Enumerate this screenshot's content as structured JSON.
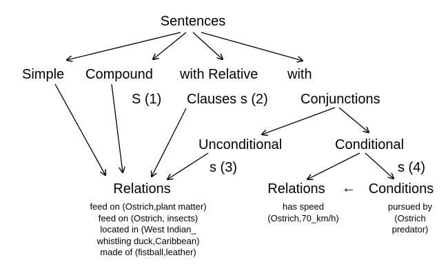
{
  "nodes": {
    "sentences": "Sentences",
    "simple": "Simple",
    "compound": "Compound",
    "with_relative": "with Relative",
    "with_conj": "with",
    "s1": "S (1)",
    "clauses_s2": "Clauses  s (2)",
    "conjunctions": "Conjunctions",
    "unconditional": "Unconditional",
    "conditional": "Conditional",
    "s3": "s (3)",
    "s4": "s (4)",
    "relations_left": "Relations",
    "relations_right": "Relations",
    "conditions": "Conditions",
    "arrow_glyph": "←"
  },
  "relations_left_lines": [
    "feed on (Ostrich,plant matter)",
    "feed on (Ostrich, insects)",
    "located in (West Indian_",
    "whistling duck,Caribbean)",
    "made of (fistball,leather)"
  ],
  "relations_right_lines": [
    "has speed",
    "(Ostrich,70_km/h)"
  ],
  "conditions_lines": [
    "pursued by",
    "(Ostrich",
    "predator)"
  ]
}
